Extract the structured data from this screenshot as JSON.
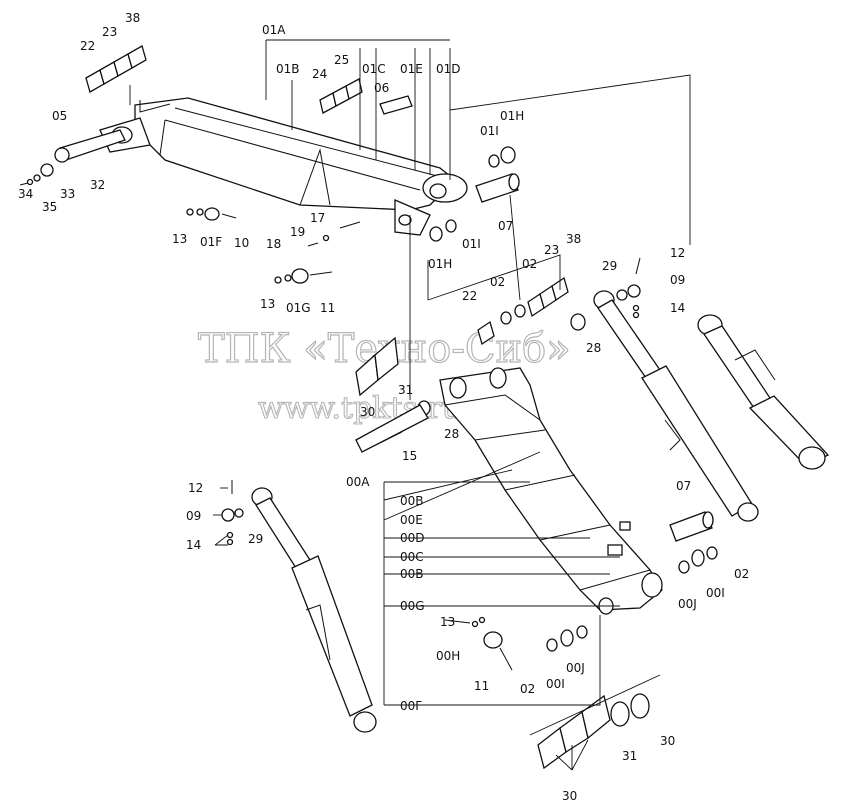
{
  "watermark": {
    "line1": "ТПК «Техно-Сиб»",
    "line2": "www.tpkts.ru"
  },
  "labels": {
    "l38a": "38",
    "l23a": "23",
    "l22a": "22",
    "l01A": "01A",
    "l01B": "01B",
    "l24": "24",
    "l25": "25",
    "l01C": "01C",
    "l01E": "01E",
    "l01D": "01D",
    "l06": "06",
    "l05": "05",
    "l32": "32",
    "l33": "33",
    "l35": "35",
    "l34": "34",
    "l01I_a": "01I",
    "l01H_a": "01H",
    "l07a": "07",
    "l13a": "13",
    "l01F": "01F",
    "l10": "10",
    "l17": "17",
    "l19": "19",
    "l18": "18",
    "l01H_b": "01H",
    "l01I_b": "01I",
    "l13b": "13",
    "l01G": "01G",
    "l11a": "11",
    "l22b": "22",
    "l02a": "02",
    "l02b": "02",
    "l23b": "23",
    "l38b": "38",
    "l29a": "29",
    "l12a": "12",
    "l09a": "09",
    "l14a": "14",
    "l28a": "28",
    "l31a": "31",
    "l30a": "30",
    "l28b": "28",
    "l15": "15",
    "l12b": "12",
    "l09b": "09",
    "l14b": "14",
    "l29b": "29",
    "l00A": "00A",
    "l00B_a": "00B",
    "l00E": "00E",
    "l00D": "00D",
    "l00C": "00C",
    "l00B_b": "00B",
    "l00G": "00G",
    "l07b": "07",
    "l02c": "02",
    "l00I_a": "00I",
    "l00J_a": "00J",
    "l13c": "13",
    "l00H": "00H",
    "l11b": "11",
    "l02d": "02",
    "l00I_b": "00I",
    "l00J_b": "00J",
    "l00F": "00F",
    "l31b": "31",
    "l30b": "30",
    "l30c": "30"
  }
}
